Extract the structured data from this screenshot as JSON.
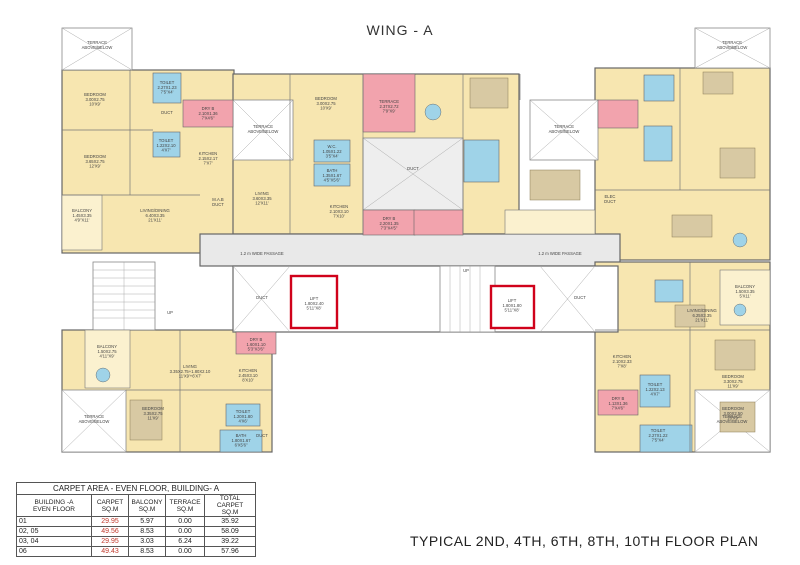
{
  "wing_title": "WING - A",
  "plan_caption": "TYPICAL 2ND, 4TH, 6TH, 8TH, 10TH  FLOOR PLAN",
  "colors": {
    "wet_room": "#9fd3e8",
    "room": "#f7e6b0",
    "balcony": "#fbf1cf",
    "dry": "#f2a3ad",
    "shaft": "#e8e8e8",
    "lift_border": "#d0021b"
  },
  "room_labels": {
    "terrace_tl": "TERRACE\nABOVE/BELOW",
    "terrace_tr": "TERRACE\nABOVE/BELOW",
    "terrace_ml": "TERRACE\nABOVE/BELOW",
    "terrace_mr": "TERRACE\nABOVE/BELOW",
    "terrace_bl": "TERRACE\nABOVE/BELOW",
    "terrace_br": "TERRACE\nABOVE/BELOW",
    "bedroom_1": "BEDROOM\n3.00X2.75\n10'X9'",
    "toilet_1": "TOILET\n2.27X1.23\n7'5\"X4'",
    "duct_1": "DUCT",
    "dry_1": "DRY B\n2.10X1.36\n7'X4'6\"",
    "toilet_2": "TOILET\n1.22X2.10\n4'X7'",
    "bedroom_2": "BEDROOM\n3.65X2.75\n12'X9'",
    "kitchen_1": "KITCHEN\n2.15X2.17\n7'X7'",
    "balcony_1": "BALCONY\n1.45X3.35\n4'9\"X11'",
    "living_1": "LIVING/DINING\n6.40X3.35\n21'X11'",
    "mab_duct": "M.A.B\nDUCT",
    "bedroom_3": "BEDROOM\n3.00X2.75\n10'X9'",
    "terrace_c": "TERRACE\n2.37X2.72\n7'9\"X9'",
    "wc": "W.C.\n1.05X1.22\n3'5\"X4'",
    "bath": "BATH\n1.35X1.67\n4'5\"X5'6\"",
    "living_2": "LIVING\n3.60X3.35\n12'X11'",
    "kitchen_2": "KITCHEN\n2.10X3.10\n7'X10'",
    "dry_2": "DRY B\n2.20X1.35\n7'3\"X4'5\"",
    "duct_c": "DUCT",
    "elec_duct": "ELEC\nDUCT",
    "passage_l": "1.2 m WIDE PASSAGE",
    "passage_r": "1.2 m WIDE PASSAGE",
    "up_1": "UP",
    "up_2": "UP",
    "duct_l": "DUCT",
    "duct_r": "DUCT",
    "lift_1": "LIFT\n1.80X2.40\n5'11\"X8'",
    "lift_2": "LIFT\n1.80X1.80\n5'11\"X8'",
    "balcony_2": "BALCONY\n1.50X2.75\n4'11\"X9'",
    "living_3": "LIVING\n3.35X2.75+1.80X2.10\n11'X9'+6'X7'",
    "kitchen_3": "KITCHEN\n2.45X3.10\n8'X10'",
    "dry_3": "DRY B\n1.60X1.10\n5'3\"X3'6\"",
    "bedroom_4": "BEDROOM\n3.35X2.75\n11'X9'",
    "toilet_3": "TOILET\n1.20X1.80\n4'X6'",
    "bath_2": "BATH\n1.80X1.67\n6'X5'6\"",
    "duct_b": "DUCT",
    "balcony_3": "BALCONY\n1.50X3.35\n5'X11'",
    "living_4": "LIVING/DINING\n6.25X3.35\n21'X11'",
    "kitchen_4": "KITCHEN\n2.10X2.33\n7'X8'",
    "toilet_4": "TOILET\n1.22X2.13\n4'X7'",
    "dry_4": "DRY B\n1.13X1.36\n7'X4'6\"",
    "bedroom_5": "BEDROOM\n3.30X2.75\n11'X9'",
    "bedroom_6": "BEDROOM\n3.00X2.50\n10'X9'",
    "toilet_5": "TOILET\n2.27X1.22\n7'5\"X4'"
  },
  "table": {
    "title": "CARPET AREA - EVEN FLOOR, BUILDING- A",
    "headers": [
      "BUILDING -A\nEVEN FLOOR",
      "CARPET\nSQ.M",
      "BALCONY\nSQ.M",
      "TERRACE\nSQ.M",
      "TOTAL CARPET\nSQ.M"
    ],
    "rows": [
      [
        "01",
        "29.95",
        "5.97",
        "0.00",
        "35.92"
      ],
      [
        "02, 05",
        "49.56",
        "8.53",
        "0.00",
        "58.09"
      ],
      [
        "03, 04",
        "29.95",
        "3.03",
        "6.24",
        "39.22"
      ],
      [
        "06",
        "49.43",
        "8.53",
        "0.00",
        "57.96"
      ]
    ]
  }
}
